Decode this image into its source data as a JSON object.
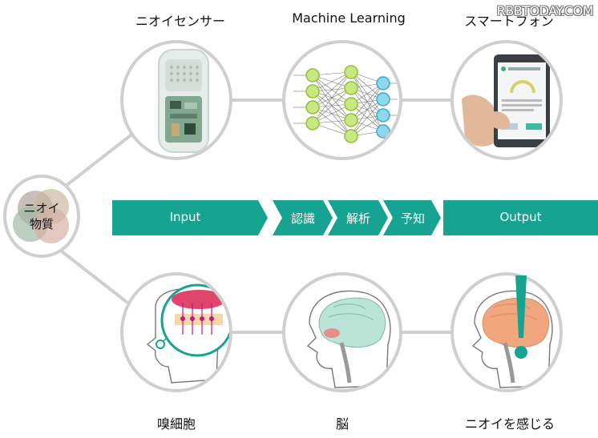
{
  "watermark": "RBBTODAY.COM",
  "top_labels": {
    "sensor": "ニオイセンサー",
    "ml": "Machine Learning",
    "phone": "スマートフォン"
  },
  "bottom_labels": {
    "olfactory": "嗅細胞",
    "brain": "脳",
    "sense": "ニオイを感じる"
  },
  "source": {
    "line1": "ニオイ",
    "line2": "物質"
  },
  "flow": {
    "input": "Input",
    "recognize": "認識",
    "analyze": "解析",
    "predict": "予知",
    "output": "Output"
  },
  "colors": {
    "teal": "#16a391",
    "ring": "#cfcfcf"
  }
}
